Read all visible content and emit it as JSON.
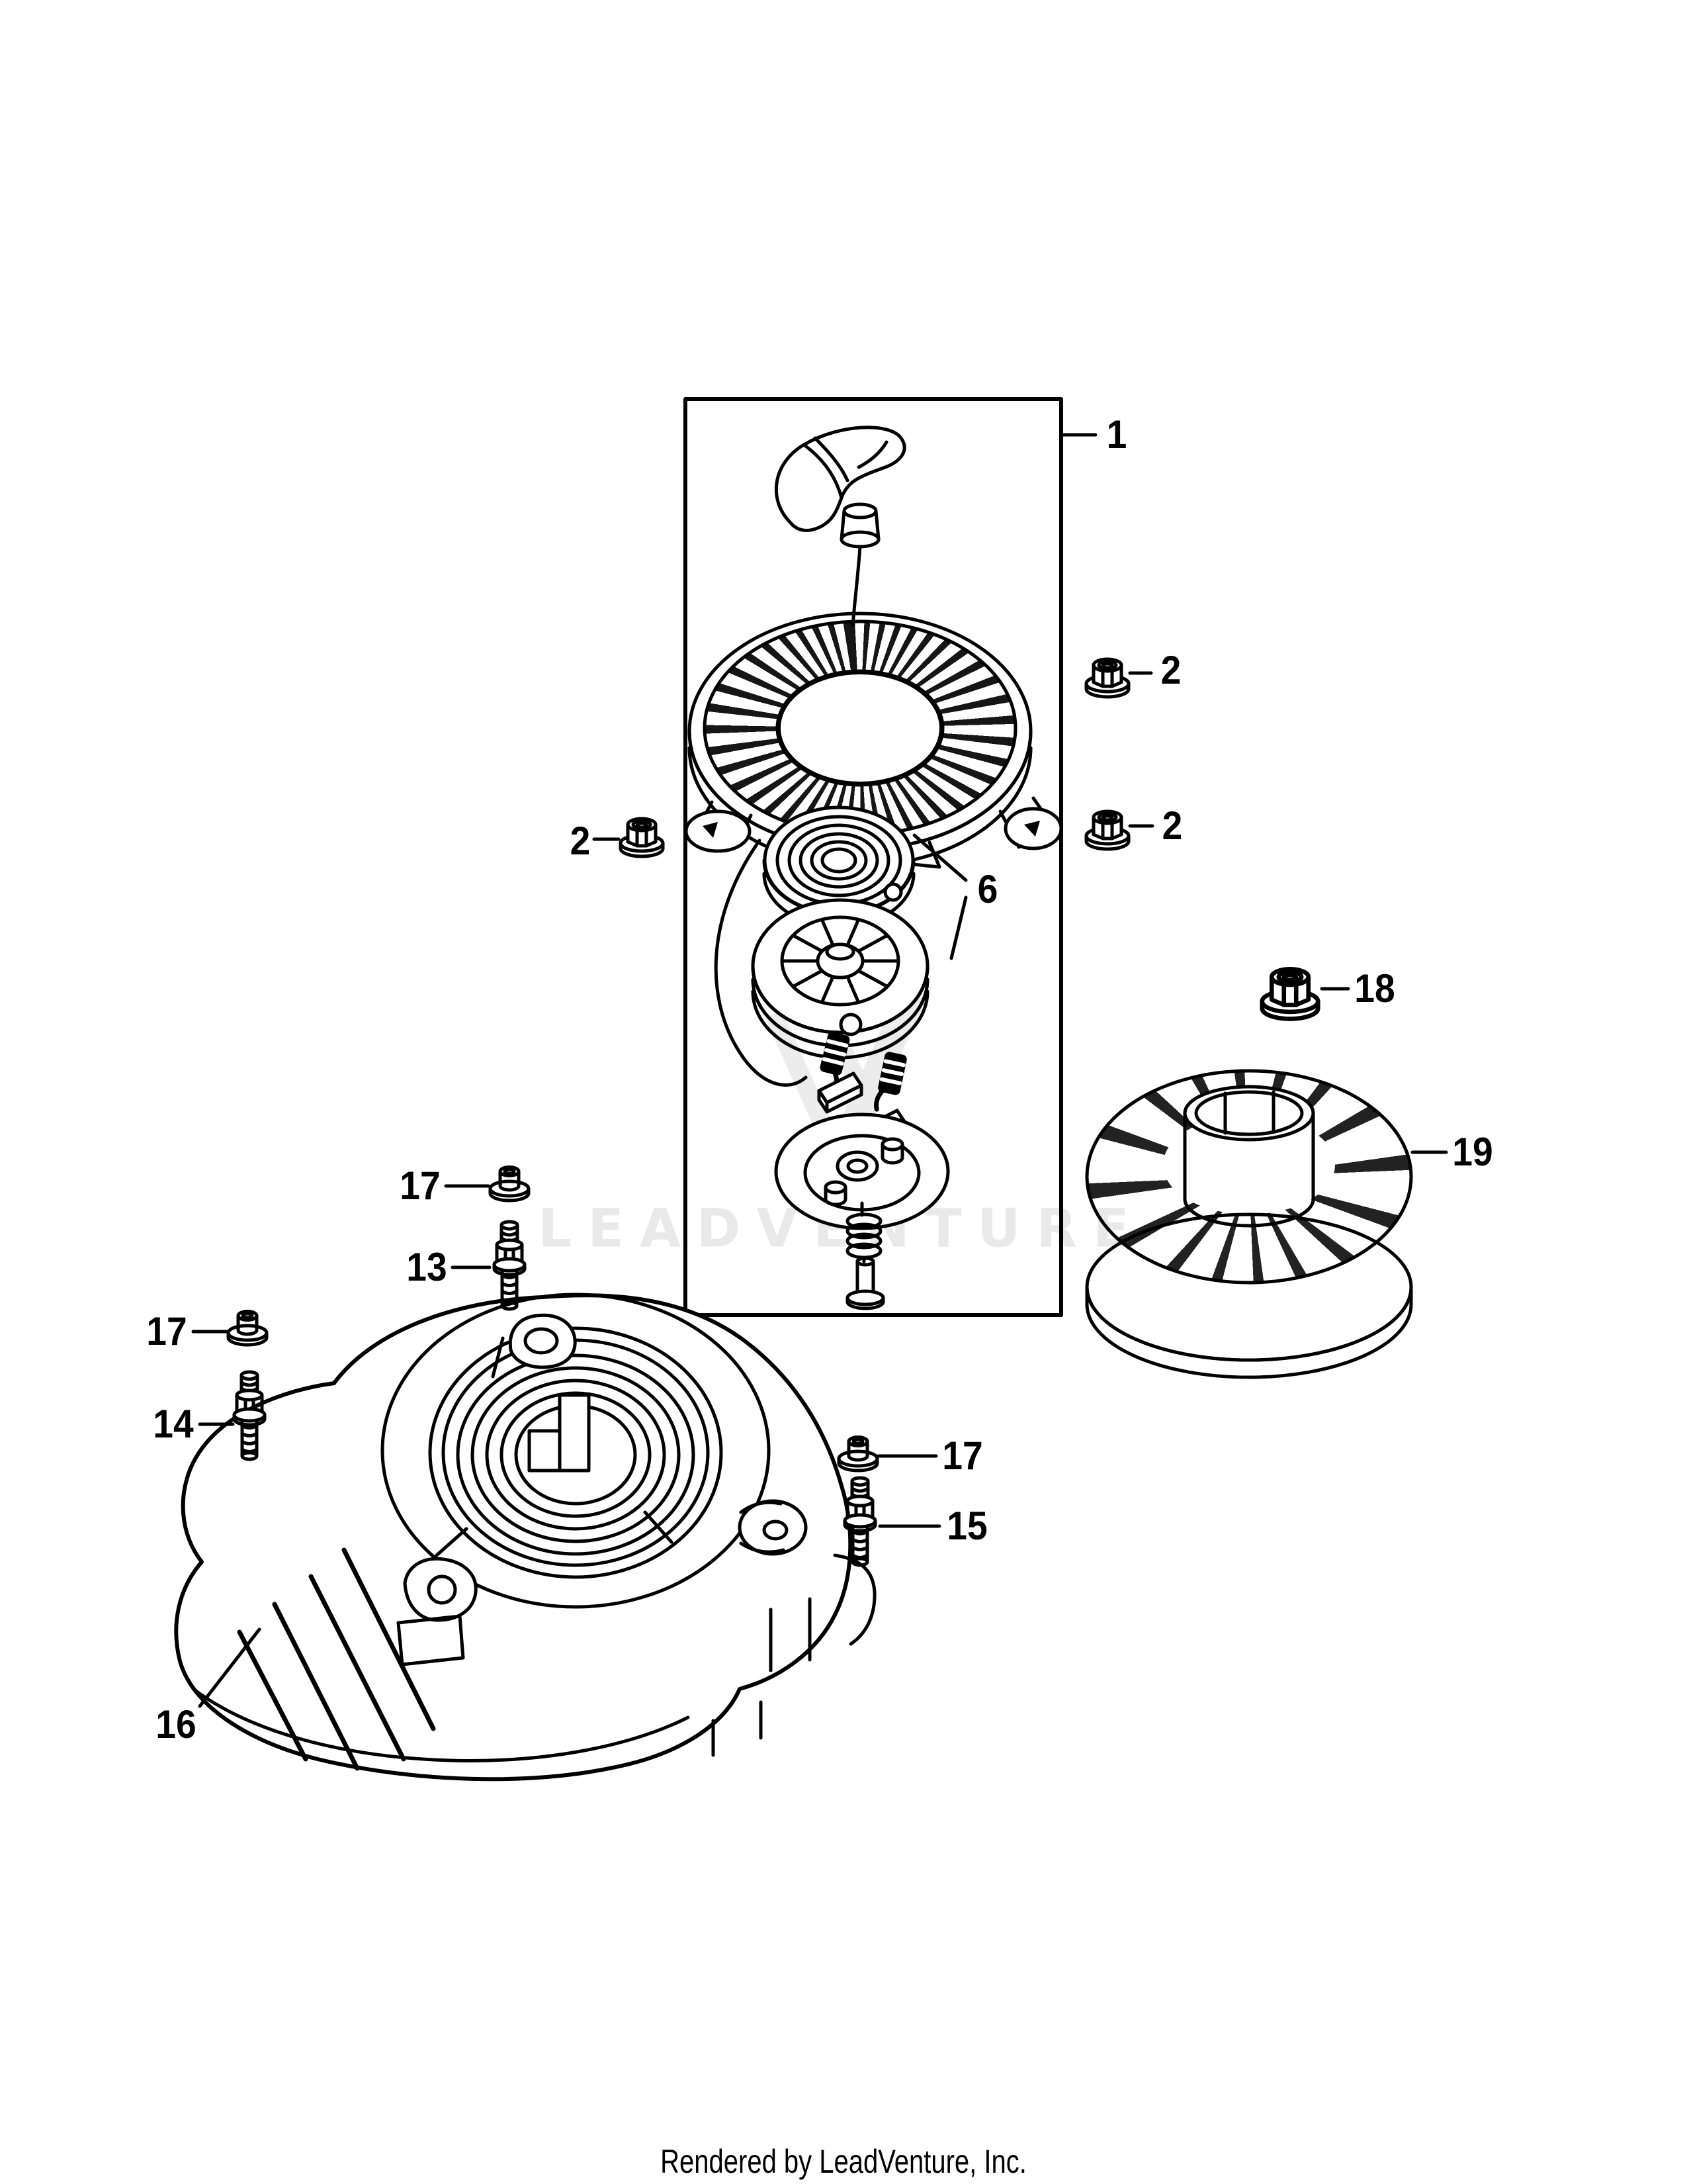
{
  "watermark": {
    "text": "LEADVENTURE",
    "logo": "leadventure-v-monogram",
    "color": "#e9e9e9"
  },
  "footer": {
    "credit": "Rendered by LeadVenture, Inc."
  },
  "diagram": {
    "description": "Exploded parts diagram - recoil starter, flywheel and blower housing",
    "callouts": [
      {
        "ref": "1",
        "part": "recoil-starter-assembly"
      },
      {
        "ref": "2",
        "part": "hex-flange-nut-right-upper"
      },
      {
        "ref": "2",
        "part": "hex-flange-nut-right-lower"
      },
      {
        "ref": "2",
        "part": "hex-flange-nut-left"
      },
      {
        "ref": "6",
        "part": "starter-pulley-with-spring"
      },
      {
        "ref": "17",
        "part": "flange-screw-center"
      },
      {
        "ref": "13",
        "part": "stud-center"
      },
      {
        "ref": "17",
        "part": "flange-screw-left"
      },
      {
        "ref": "14",
        "part": "stud-left"
      },
      {
        "ref": "18",
        "part": "flywheel-nut"
      },
      {
        "ref": "19",
        "part": "flywheel-with-fan"
      },
      {
        "ref": "17",
        "part": "flange-screw-right"
      },
      {
        "ref": "15",
        "part": "stud-right"
      },
      {
        "ref": "16",
        "part": "blower-housing"
      }
    ]
  }
}
